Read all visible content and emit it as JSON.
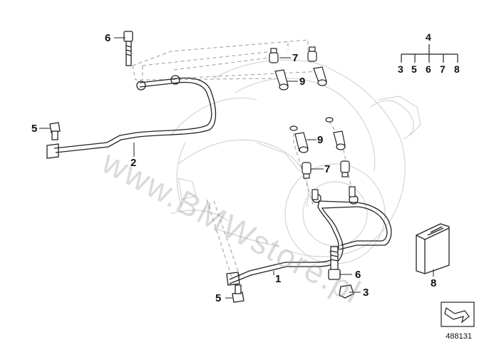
{
  "watermark": "www.BMWstore.pl",
  "catalog_number": "488131",
  "nav_icon": "arrow-icon",
  "part_labels": {
    "l1": "1",
    "l2": "2",
    "l3": "3",
    "l5a": "5",
    "l5b": "5",
    "l6a": "6",
    "l6b": "6",
    "l7a": "7",
    "l7b": "7",
    "l8": "8",
    "l9a": "9",
    "l9b": "9"
  },
  "kit_tree": {
    "root": "4",
    "children": [
      "3",
      "5",
      "6",
      "7",
      "8"
    ]
  },
  "colors": {
    "line": "#222222",
    "ghost": "#cfcfcf",
    "watermark": "#969696"
  }
}
